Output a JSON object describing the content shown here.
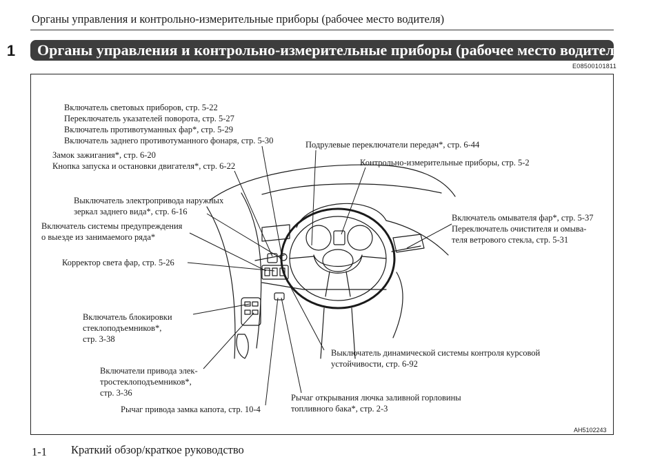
{
  "running_header": "Органы управления и контрольно-измерительные приборы (рабочее место водителя)",
  "chapter_number": "1",
  "section_title": "Органы управления и контрольно-измерительные приборы (рабочее место водителя)",
  "doc_code": "E08500101811",
  "figure_code": "AH5102243",
  "callouts": {
    "lights_group": [
      "Включатель световых приборов, стр. 5-22",
      "Переключатель указателей поворота, стр. 5-27",
      "Включатель противотуманных фар*, стр. 5-29",
      "Включатель заднего противотуманного фонаря, стр. 5-30"
    ],
    "ignition": [
      "Замок зажигания*, стр. 6-20",
      "Кнопка запуска и остановки двигателя*, стр. 6-22"
    ],
    "paddle_shifters": [
      "Подрулевые переключатели передач*, стр. 6-44"
    ],
    "instruments": [
      "Контрольно-измерительные приборы, стр. 5-2"
    ],
    "mirrors": [
      "Выключатель электропривода наружных",
      "зеркал заднего вида*, стр. 6-16"
    ],
    "parking_warning": [
      "Включатель системы предупреждения",
      "о выезде из занимаемого ряда*"
    ],
    "washer": [
      "Включатель омывателя фар*, стр. 5-37",
      "Переключатель очистителя и омыва-",
      "теля ветрового стекла, стр. 5-31"
    ],
    "headlight_leveling": [
      "Корректор света фар, стр. 5-26"
    ],
    "window_lock": [
      "Включатель блокировки",
      "стеклоподъемников*,",
      "стр. 3-38"
    ],
    "power_windows": [
      "Включатели привода элек-",
      "тростеклоподъемников*,",
      "стр. 3-36"
    ],
    "stability": [
      "Выключатель динамической системы контроля курсовой",
      "устойчивости, стр. 6-92"
    ],
    "hood_lever": [
      "Рычаг привода замка капота, стр. 10-4"
    ],
    "fuel_lever": [
      "Рычаг открывания лючка заливной горловины",
      "топливного бака*, стр. 2-3"
    ]
  },
  "footer": {
    "page_number": "1-1",
    "title": "Краткий обзор/краткое руководство"
  }
}
